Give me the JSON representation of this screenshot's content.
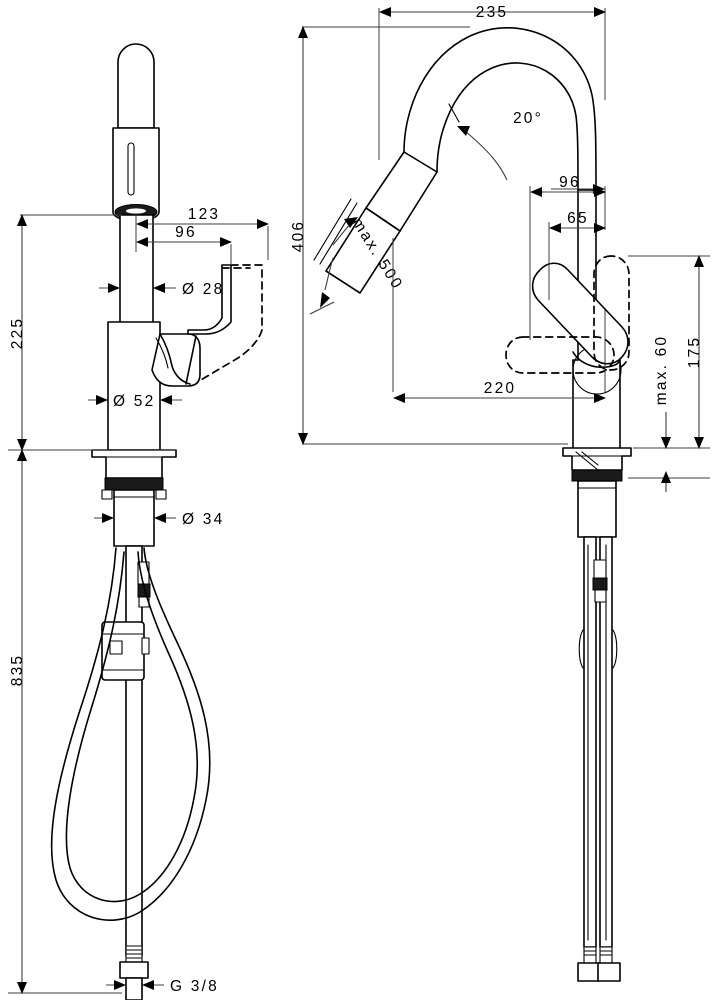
{
  "drawing": {
    "title": "Kitchen mixer tap with pull-out spray - dimensioned technical drawing",
    "units": "mm",
    "line_color": "#000000",
    "dimension_color": "#3c3c3c",
    "background": "#ffffff"
  },
  "views": {
    "front": {
      "name": "Front view with pull-out spray head extended and hose loop"
    },
    "side": {
      "name": "Side view showing swivel spout, lever handle positions and supply hoses"
    }
  },
  "dimensions": {
    "front": {
      "height_to_spout": "225",
      "total_with_hose": "835",
      "reach_outer": "123",
      "reach_inner": "96",
      "spout_diameter": "Ø 28",
      "body_diameter": "Ø 52",
      "shank_diameter": "Ø 34",
      "connection_thread": "G 3/8"
    },
    "side": {
      "overall_reach": "235",
      "overall_height": "406",
      "spray_hose_pullout": "max. 500",
      "spray_angle": "20°",
      "handle_offset_outer": "96",
      "handle_offset_inner": "65",
      "spout_projection": "220",
      "handle_height": "175",
      "counter_thickness": "max. 60"
    }
  },
  "labels": [
    {
      "id": "d-225",
      "text": "225",
      "view": "front",
      "orientation": "vertical"
    },
    {
      "id": "d-835",
      "text": "835",
      "view": "front",
      "orientation": "vertical"
    },
    {
      "id": "d-123",
      "text": "123",
      "view": "front",
      "orientation": "horizontal"
    },
    {
      "id": "d-96f",
      "text": "96",
      "view": "front",
      "orientation": "horizontal"
    },
    {
      "id": "d-28",
      "text": "Ø 28",
      "view": "front",
      "orientation": "horizontal"
    },
    {
      "id": "d-52",
      "text": "Ø 52",
      "view": "front",
      "orientation": "horizontal"
    },
    {
      "id": "d-34",
      "text": "Ø 34",
      "view": "front",
      "orientation": "horizontal"
    },
    {
      "id": "d-g38",
      "text": "G 3/8",
      "view": "front",
      "orientation": "horizontal"
    },
    {
      "id": "d-235",
      "text": "235",
      "view": "side",
      "orientation": "horizontal"
    },
    {
      "id": "d-406",
      "text": "406",
      "view": "side",
      "orientation": "vertical"
    },
    {
      "id": "d-max500",
      "text": "max. 500",
      "view": "side",
      "orientation": "diagonal"
    },
    {
      "id": "d-20deg",
      "text": "20°",
      "view": "side",
      "orientation": "horizontal"
    },
    {
      "id": "d-96s",
      "text": "96",
      "view": "side",
      "orientation": "horizontal"
    },
    {
      "id": "d-65",
      "text": "65",
      "view": "side",
      "orientation": "horizontal"
    },
    {
      "id": "d-220",
      "text": "220",
      "view": "side",
      "orientation": "horizontal"
    },
    {
      "id": "d-175",
      "text": "175",
      "view": "side",
      "orientation": "vertical"
    },
    {
      "id": "d-max60",
      "text": "max. 60",
      "view": "side",
      "orientation": "vertical"
    }
  ]
}
